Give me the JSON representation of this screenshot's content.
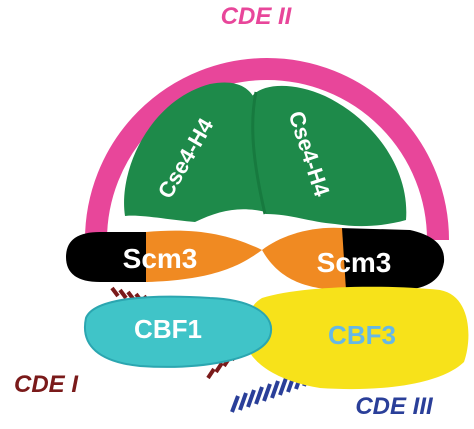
{
  "labels": {
    "cde2": "CDE II",
    "cde1": "CDE I",
    "cde3": "CDE III",
    "cse4_left": "Cse4-H4",
    "cse4_right": "Cse4-H4",
    "scm3_left": "Scm3",
    "scm3_right": "Scm3",
    "cbf1": "CBF1",
    "cbf3": "CBF3"
  },
  "colors": {
    "cde2": "#e8469a",
    "cde1": "#7a1a1a",
    "cde3": "#2a3f99",
    "nucleosome": "#1e8a4a",
    "scm3_core": "#f08a22",
    "scm3_end": "#000000",
    "cbf1": "#40c4c8",
    "cbf3": "#f7e21a",
    "cbf3_text": "#66b8e6",
    "white": "#ffffff"
  }
}
